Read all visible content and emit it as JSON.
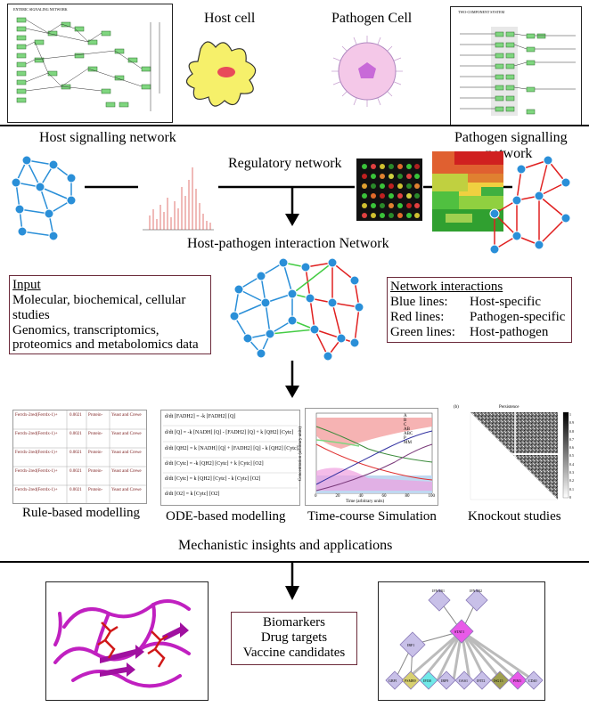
{
  "labels": {
    "host_cell": "Host cell",
    "pathogen_cell": "Pathogen Cell",
    "host_signalling": "Host signalling network",
    "pathogen_signalling_1": "Pathogen signalling",
    "pathogen_signalling_2": "network",
    "regulatory": "Regulatory network",
    "hp_interaction": "Host-pathogen interaction Network",
    "rule_based": "Rule-based modelling",
    "ode_based": "ODE-based modelling",
    "time_course": "Time-course Simulation",
    "knockout": "Knockout studies",
    "mechanistic": "Mechanistic insights and applications"
  },
  "input_box": {
    "title": "Input",
    "lines": [
      "Molecular, biochemical, cellular",
      "studies",
      "Genomics, transcriptomics,",
      "proteomics and  metabolomics data"
    ]
  },
  "network_box": {
    "title": "Network interactions",
    "rows": [
      {
        "label": "Blue lines:",
        "value": "Host-specific"
      },
      {
        "label": "Red lines:",
        "value": "Pathogen-specific"
      },
      {
        "label": "Green lines:",
        "value": "Host-pathogen"
      }
    ]
  },
  "applications_box": {
    "lines": [
      "Biomarkers",
      "Drug targets",
      "Vaccine candidates"
    ]
  },
  "rule_table": {
    "rows": [
      [
        "Ferrdx-2red(Ferrdx-1)+",
        "0.0021",
        "Protein-",
        "Yeast and Crewe"
      ],
      [
        "Ferrdx-2red(Ferrdx-1)+",
        "0.0021",
        "Protein-",
        "Yeast and Crewe"
      ],
      [
        "Ferrdx-2red(Ferrdx-1)+",
        "0.0021",
        "Protein-",
        "Yeast and Crewe"
      ],
      [
        "Ferrdx-2red(Ferrdx-1)+",
        "0.0021",
        "Protein-",
        "Yeast and Crewe"
      ],
      [
        "Ferrdx-2red(Ferrdx-1)+",
        "0.0021",
        "Protein-",
        "Yeast and Crewe"
      ]
    ]
  },
  "ode_equations": [
    "d/dt [FADH2] = -k [FADH2] [Q]",
    "d/dt [Q] = -k [NADH] [Q] - [FADH2] [Q] + k [QH2] [Cytc]",
    "d/dt [QH2] = k [NADH] [Q] + [FADH2] [Q] - k [QH2] [Cytc]",
    "d/dt [Cytc] = -k [QH2] [Cytc] + k [Cytc] [O2]",
    "d/dt [Cytc] = k [QH2] [Cytc] - k [Cytc] [O2]",
    "d/dt [O2] = k [Cytc] [O2]"
  ],
  "time_course_chart": {
    "xlabel": "Time (arbitrary units)",
    "ylabel": "Concentration (arbitrary units)",
    "xticks": [
      "0",
      "20",
      "40",
      "60",
      "80",
      "100"
    ],
    "legend": [
      "A",
      "B",
      "C",
      "AB",
      "ABC",
      "P",
      "MM"
    ],
    "colors": [
      "#e03030",
      "#3a8a3a",
      "#5b5bd8",
      "#e050e0",
      "#30b0b0",
      "#7a3a7a",
      "#3030a0"
    ]
  },
  "knockout_chart": {
    "title": "Persistence",
    "corner_label": "(b)",
    "scale": [
      "1",
      "0.9",
      "0.8",
      "0.7",
      "0.6",
      "0.5",
      "0.4",
      "0.3",
      "0.2",
      "0.1",
      "0"
    ]
  },
  "stat_network": {
    "nodes": [
      "IFNAR1",
      "IFNAR2",
      "STAT1",
      "IRF1",
      "GBP1",
      "PSMB9",
      "IFI30",
      "IRF9",
      "OAS1",
      "IFIT2",
      "ISG15",
      "PIM1",
      "CD40"
    ]
  },
  "pathway_left": {
    "title": "ENTERIC SIGNALING NETWORK"
  },
  "pathway_right": {
    "title": "TWO-COMPONENT SYSTEM"
  },
  "colors": {
    "host_edge": "#2a8fd8",
    "pathogen_edge": "#e02020",
    "interaction_edge": "#44cc44",
    "node": "#2a8fd8",
    "box_border": "#6b2a3a"
  }
}
